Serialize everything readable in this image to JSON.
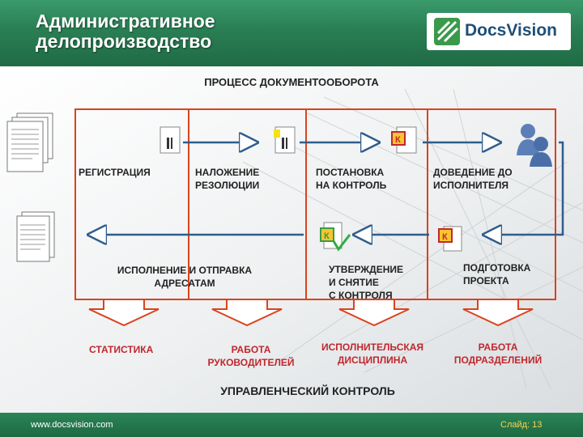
{
  "slide": {
    "title_line1": "Административное",
    "title_line2": "делопроизводство",
    "logo_text": "DocsVision",
    "process_title": "ПРОЦЕСС ДОКУМЕНТООБОРОТА",
    "footer_url": "www.docsvision.com",
    "footer_slide": "Слайд: 13",
    "management": "УПРАВЛЕНЧЕСКИЙ КОНТРОЛЬ"
  },
  "steps": {
    "registration": "РЕГИСТРАЦИЯ",
    "resolution_1": "НАЛОЖЕНИЕ",
    "resolution_2": "РЕЗОЛЮЦИИ",
    "control_1": "ПОСТАНОВКА",
    "control_2": "НА КОНТРОЛЬ",
    "deliver_1": "ДОВЕДЕНИЕ ДО",
    "deliver_2": "ИСПОЛНИТЕЛЯ",
    "prepare_1": "ПОДГОТОВКА",
    "prepare_2": "ПРОЕКТА",
    "approve_1": "УТВЕРЖДЕНИЕ",
    "approve_2": "И СНЯТИЕ",
    "approve_3": "С КОНТРОЛЯ",
    "execute_1": "ИСПОЛНЕНИЕ И ОТПРАВКА",
    "execute_2": "АДРЕСАТАМ"
  },
  "outputs": {
    "statistics": "СТАТИСТИКА",
    "managers_1": "РАБОТА",
    "managers_2": "РУКОВОДИТЕЛЕЙ",
    "discipline_1": "ИСПОЛНИТЕЛЬСКАЯ",
    "discipline_2": "ДИСЦИПЛИНА",
    "divisions_1": "РАБОТА",
    "divisions_2": "ПОДРАЗДЕЛЕНИЙ"
  },
  "icons": {
    "control_marker": "К"
  },
  "colors": {
    "brand_green": "#2a7e54",
    "box_red": "#d9431e",
    "output_red": "#c0272d",
    "footer_accent": "#ffd24a"
  }
}
